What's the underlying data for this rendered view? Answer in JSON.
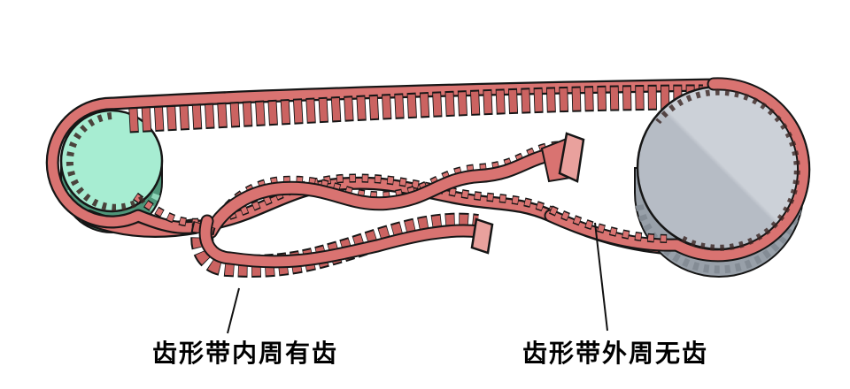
{
  "figure": {
    "type": "technical-illustration",
    "subject": "timing-belt-and-pulleys"
  },
  "labels": {
    "inner_teeth": "齿形带内周有齿",
    "outer_smooth": "齿形带外周无齿"
  },
  "colors": {
    "background": "#ffffff",
    "belt_red": "#d97371",
    "belt_tooth": "#cb6361",
    "belt_light": "#e9a19d",
    "outline": "#161616",
    "mesh_dark": "#3a2422",
    "green_face": "#a7edd2",
    "green_side": "#4e9579",
    "green_side_teeth": "#8fd6b9",
    "gray_face": "#b6bcc5",
    "gray_face_light": "#ccd1d8",
    "gray_side": "#98a0a9",
    "gray_teeth": "#848c95",
    "label_text": "#000000",
    "leader_line": "#111111"
  }
}
